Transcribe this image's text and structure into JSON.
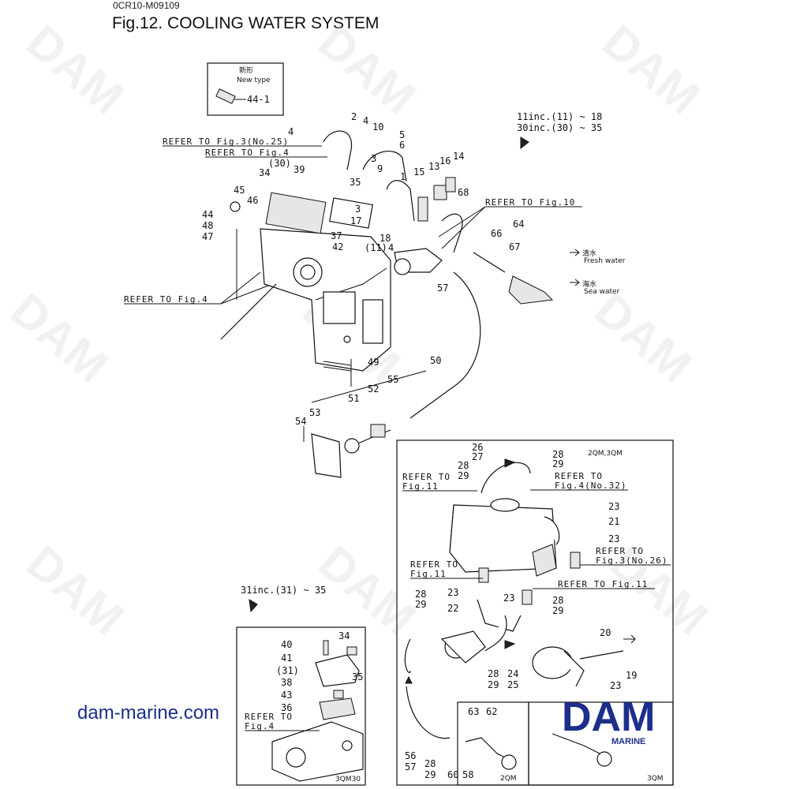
{
  "document": {
    "code": "0CR10-M09109",
    "title": "Fig.12.  COOLING WATER SYSTEM",
    "website": "dam-marine.com"
  },
  "watermark": {
    "text": "DAM"
  },
  "brand": {
    "logo_text": "DAM",
    "logo_sub": "MARINE",
    "color": "#1d2f8a"
  },
  "new_type_box": {
    "jp": "新形",
    "label": "New type",
    "part": "44-1"
  },
  "inc_notes": {
    "note1_line1": "11inc.(11) ~ 18",
    "note1_line2": "30inc.(30) ~ 35",
    "note2": "31inc.(31) ~ 35"
  },
  "legend": {
    "fresh_jp": "清水",
    "fresh_en": "Fresh water",
    "sea_jp": "海水",
    "sea_en": "Sea water"
  },
  "references": {
    "fig3_no25": "REFER TO Fig.3(No.25)",
    "fig4_a": "REFER TO Fig.4",
    "fig10": "REFER TO Fig.10",
    "fig4_b": "REFER TO Fig.4",
    "refer_to": "REFER TO",
    "fig11": "Fig.11",
    "fig4_no32": "Fig.4(No.32)",
    "fig3_no26": "Fig.3(No.26)",
    "fig11_inline": "REFER TO Fig.11",
    "fig4": "Fig.4"
  },
  "inset_labels": {
    "qm_main": "2QM,3QM",
    "qm30": "3QM30",
    "qm2": "2QM",
    "qm3": "3QM"
  },
  "callouts": {
    "c4a": "4",
    "c2": "2",
    "c4b": "4",
    "c10": "10",
    "c5": "5",
    "c6": "6",
    "c30p": "(30)",
    "c34": "34",
    "c39": "39",
    "c35": "35",
    "c3a": "3",
    "c9": "9",
    "c1": "1",
    "c15": "15",
    "c13": "13",
    "c16": "16",
    "c14": "14",
    "c3b": "3",
    "c17": "17",
    "c68": "68",
    "c45": "45",
    "c46": "46",
    "c44": "44",
    "c48": "48",
    "c47": "47",
    "c37": "37",
    "c42": "42",
    "c11p": "(11)",
    "c18": "18",
    "c4c": "4",
    "c66": "66",
    "c64": "64",
    "c67": "67",
    "c57a": "57",
    "c49": "49",
    "c50": "50",
    "c52": "52",
    "c55": "55",
    "c51": "51",
    "c54": "54",
    "c53": "53",
    "r26": "26",
    "r27": "27",
    "r28a": "28",
    "r29a": "29",
    "r28b": "28",
    "r29b": "29",
    "r23a": "23",
    "r21": "21",
    "r23b": "23",
    "r28c": "28",
    "r29c": "29",
    "r23c": "23",
    "r22": "22",
    "r23d": "23",
    "r28d": "28",
    "r29d": "29",
    "r20": "20",
    "r28e": "28",
    "r29e": "29",
    "r24": "24",
    "r25": "25",
    "r23e": "23",
    "r19": "19",
    "r63": "63",
    "r62": "62",
    "r56": "56",
    "r57": "57",
    "r28f": "28",
    "r29f": "29",
    "r60": "60",
    "r58": "58",
    "l40": "40",
    "l34": "34",
    "l41": "41",
    "l31p": "(31)",
    "l35": "35",
    "l38": "38",
    "l43": "43",
    "l36": "36"
  }
}
